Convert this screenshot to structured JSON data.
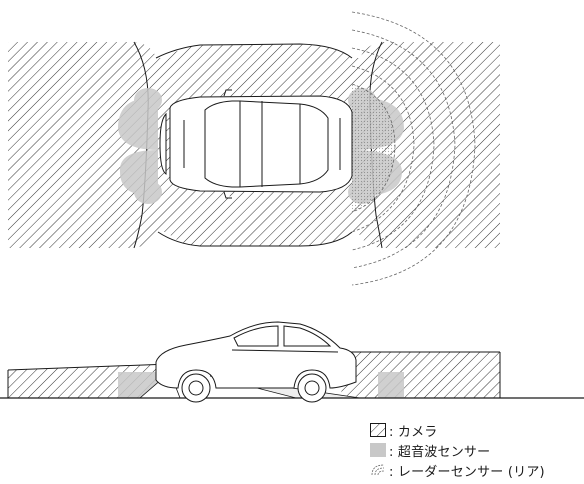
{
  "legend": [
    {
      "key": "camera",
      "label": ": カメラ",
      "swatch": "hatch"
    },
    {
      "key": "ultrasonic",
      "label": ": 超音波センサー",
      "swatch": "gray"
    },
    {
      "key": "radar",
      "label": ": レーダーセンサー (リア)",
      "swatch": "dots"
    }
  ],
  "colors": {
    "ink": "#1a1a1a",
    "sensor_gray": "#c8c8c8",
    "background": "#ffffff"
  },
  "icons": [
    "car-top-view-icon",
    "car-side-view-icon"
  ]
}
